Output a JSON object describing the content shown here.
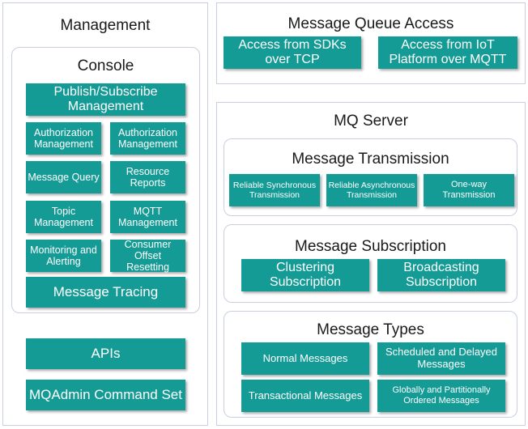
{
  "management": {
    "title": "Management",
    "console": {
      "title": "Console",
      "items": [
        "Publish/Subscribe Management",
        "Authorization Management",
        "Authorization Management",
        "Message Query",
        "Resource Reports",
        "Topic Management",
        "MQTT Management",
        "Monitoring and Alerting",
        "Consumer Offset Resetting",
        "Message Tracing"
      ]
    },
    "apis": "APIs",
    "mqadmin": "MQAdmin Command Set"
  },
  "access": {
    "title": "Message Queue Access",
    "items": [
      "Access from SDKs over TCP",
      "Access from IoT Platform over MQTT"
    ]
  },
  "server": {
    "title": "MQ Server",
    "transmission": {
      "title": "Message Transmission",
      "items": [
        "Reliable Synchronous Transmission",
        "Reliable Asynchronous Transmission",
        "One-way Transmission"
      ]
    },
    "subscription": {
      "title": "Message Subscription",
      "items": [
        "Clustering Subscription",
        "Broadcasting Subscription"
      ]
    },
    "types": {
      "title": "Message Types",
      "items": [
        "Normal Messages",
        "Scheduled and Delayed Messages",
        "Transactional Messages",
        "Globally and Partitionally Ordered Messages"
      ]
    }
  }
}
